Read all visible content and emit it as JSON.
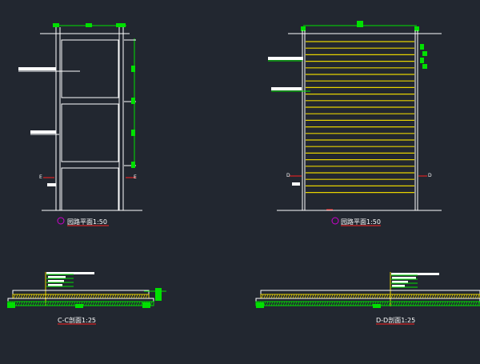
{
  "drawing": {
    "background": "#222730",
    "line_color": "#ffffff",
    "accent_green": "#00e000",
    "hatch_yellow": "#e6d200",
    "label_red": "#ff2020",
    "marker_magenta": "#d000d0"
  },
  "views": {
    "plan_left": {
      "title": "园路平面1:50",
      "marker": "①",
      "section_marks": [
        "E",
        "E"
      ]
    },
    "plan_right": {
      "title": "园路平面1:50",
      "marker": "①",
      "section_marks": [
        "D",
        "D"
      ]
    },
    "section_c": {
      "title": "C-C剖面1:25"
    },
    "section_d": {
      "title": "D-D剖面1:25"
    }
  }
}
